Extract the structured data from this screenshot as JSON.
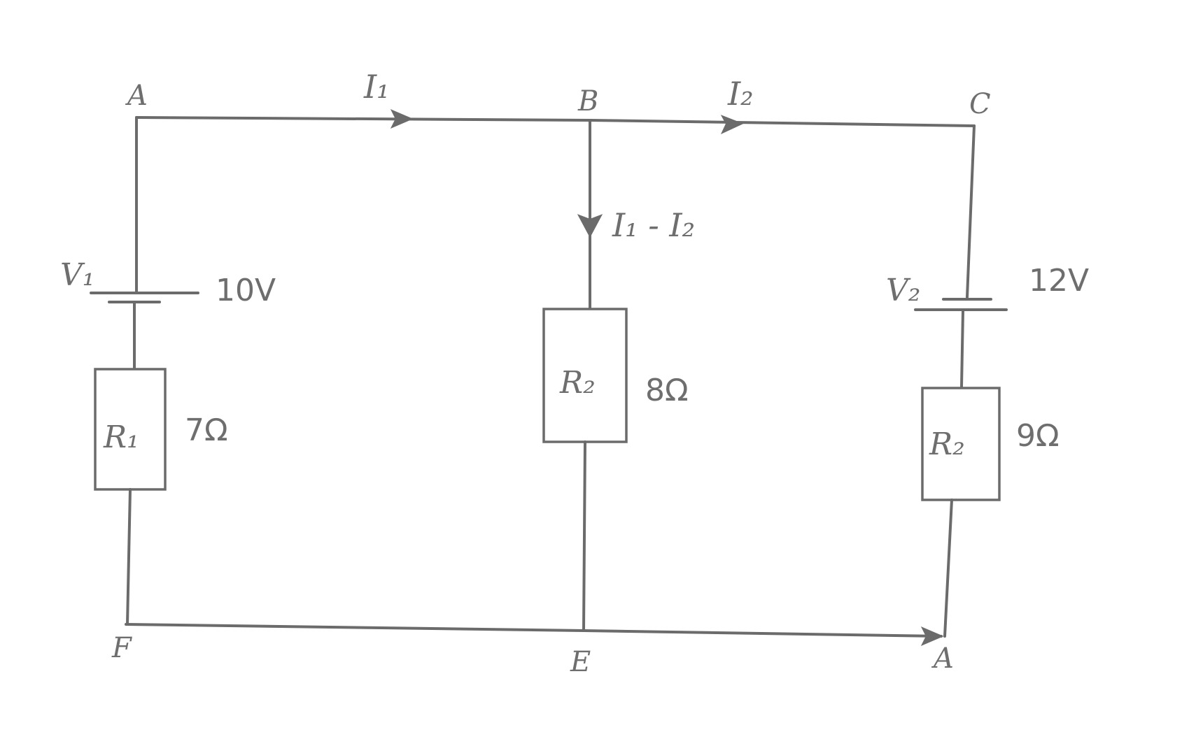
{
  "nodes": {
    "a": "A",
    "b": "B",
    "c": "C",
    "d": "A",
    "e": "E",
    "f": "F"
  },
  "currents": {
    "i1": "I₁",
    "i2": "I₂",
    "i1_minus_i2": "I₁ - I₂"
  },
  "sources": [
    {
      "name": "V₁",
      "value": "10V"
    },
    {
      "name": "V₂",
      "value": "12V"
    }
  ],
  "resistors": [
    {
      "name": "R₁",
      "value": "7Ω"
    },
    {
      "name": "R₂",
      "value": "8Ω"
    },
    {
      "name": "R₂",
      "value": "9Ω"
    }
  ]
}
